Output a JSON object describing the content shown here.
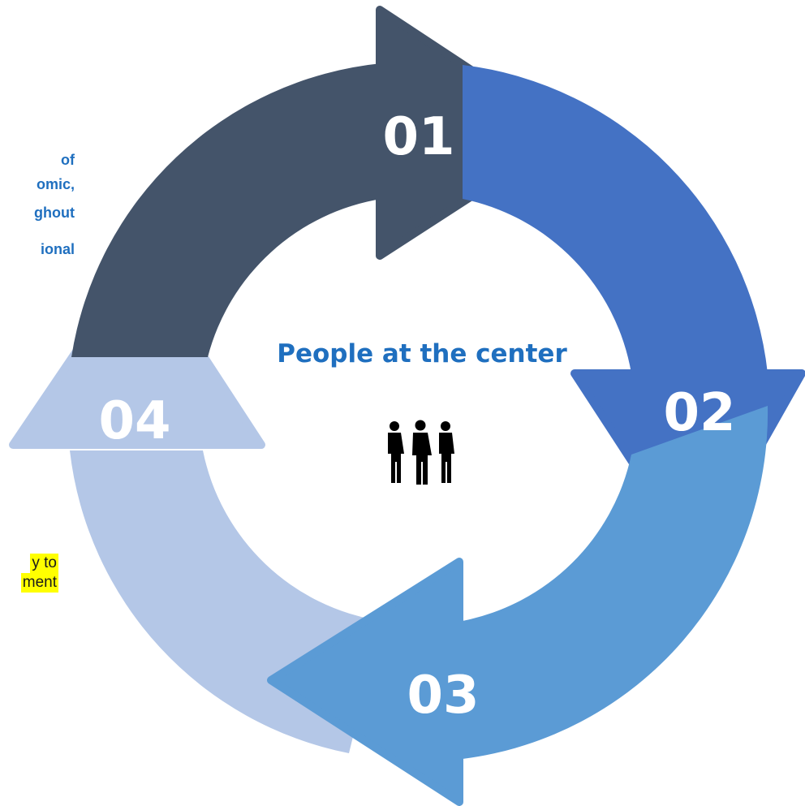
{
  "diagram": {
    "center_title": "People at the center",
    "center_icon": "people-group-icon",
    "steps": [
      {
        "label": "01",
        "color": "#44546a"
      },
      {
        "label": "02",
        "color": "#4472c4"
      },
      {
        "label": "03",
        "color": "#5b9bd5"
      },
      {
        "label": "04",
        "color": "#b4c7e7"
      }
    ]
  },
  "left_notes": {
    "blue_lines": [
      "of",
      "omic,",
      "ghout",
      "ional"
    ],
    "highlight_lines": [
      "y to",
      "ment"
    ]
  },
  "colors": {
    "note_text": "#1f6fbf",
    "highlight": "#ffff00",
    "step_label": "#ffffff"
  }
}
